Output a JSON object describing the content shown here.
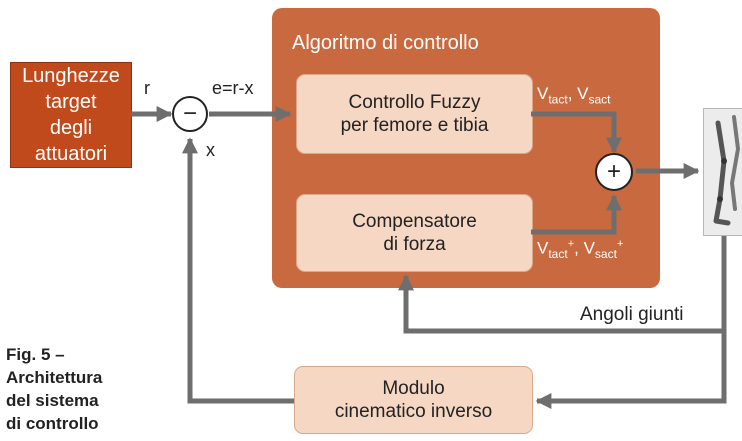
{
  "target_block": {
    "lines": [
      "Lunghezze",
      "target",
      "degli",
      "attuatori"
    ]
  },
  "algorithm_block": {
    "title": "Algoritmo di controllo"
  },
  "fuzzy_box": {
    "lines": [
      "Controllo Fuzzy",
      "per femore e tibia"
    ]
  },
  "compensator_box": {
    "lines": [
      "Compensatore",
      "di forza"
    ]
  },
  "kinematic_box": {
    "lines": [
      "Modulo",
      "cinematico inverso"
    ]
  },
  "labels": {
    "r": "r",
    "error": "e=r-x",
    "x": "x",
    "fuzzy_out": {
      "v1": "V",
      "s1": "tact",
      "sep": ", ",
      "v2": "V",
      "s2": "sact"
    },
    "comp_out": {
      "v1": "V",
      "s1": "tact",
      "p1": "+",
      "sep": ", ",
      "v2": "V",
      "s2": "sact",
      "p2": "+"
    },
    "joint_angles": "Angoli giunti"
  },
  "minus_symbol": "−",
  "plus_symbol": "+",
  "caption": {
    "lines": [
      "Fig. 5 –",
      "Architettura",
      "del sistema",
      "di controllo"
    ]
  },
  "colors": {
    "target_block": "#c14a1d",
    "algorithm_block": "#c9693f",
    "inner_box": "#f6d7c4",
    "arrow": "#6e6e6e"
  }
}
